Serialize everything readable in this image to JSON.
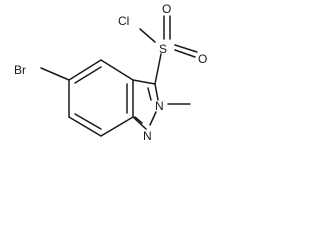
{
  "molecule": {
    "atoms": {
      "cl": "Cl",
      "s": "S",
      "o_top": "O",
      "o_right": "O",
      "br": "Br",
      "n_methyl": "N",
      "n_ring": "N"
    }
  }
}
